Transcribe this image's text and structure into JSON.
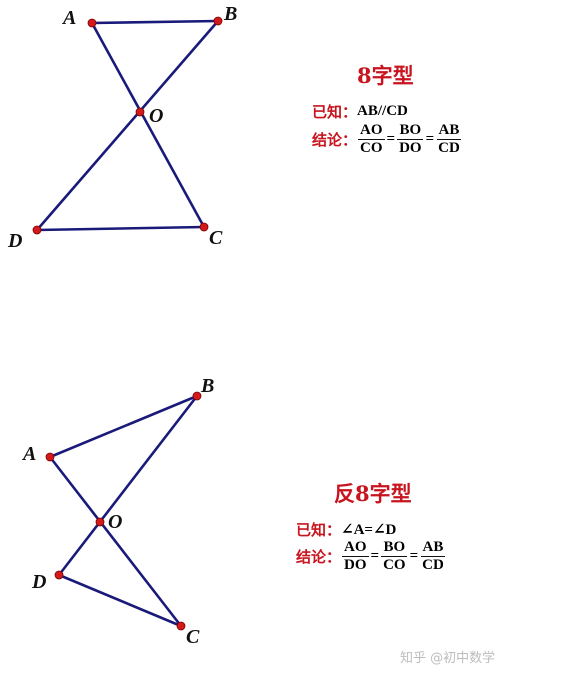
{
  "panels": [
    {
      "title": "8字型",
      "points": {
        "A": "A",
        "B": "B",
        "O": "O",
        "C": "C",
        "D": "D"
      },
      "given_label": "已知：",
      "given": "AB//CD",
      "conclusion_label": "结论：",
      "fractions": [
        {
          "num": "AO",
          "den": "CO"
        },
        {
          "num": "BO",
          "den": "DO"
        },
        {
          "num": "AB",
          "den": "CD"
        }
      ],
      "equals": "="
    },
    {
      "title": "反8字型",
      "points": {
        "A": "A",
        "B": "B",
        "O": "O",
        "C": "C",
        "D": "D"
      },
      "given_label": "已知：",
      "given": "∠A=∠D",
      "conclusion_label": "结论：",
      "fractions": [
        {
          "num": "AO",
          "den": "DO"
        },
        {
          "num": "BO",
          "den": "CO"
        },
        {
          "num": "AB",
          "den": "CD"
        }
      ],
      "equals": "="
    }
  ],
  "colors": {
    "line": "#1a1a7a",
    "point": "#d31a1a",
    "accent": "#c8141e"
  },
  "watermark": "知乎 @初中数学"
}
